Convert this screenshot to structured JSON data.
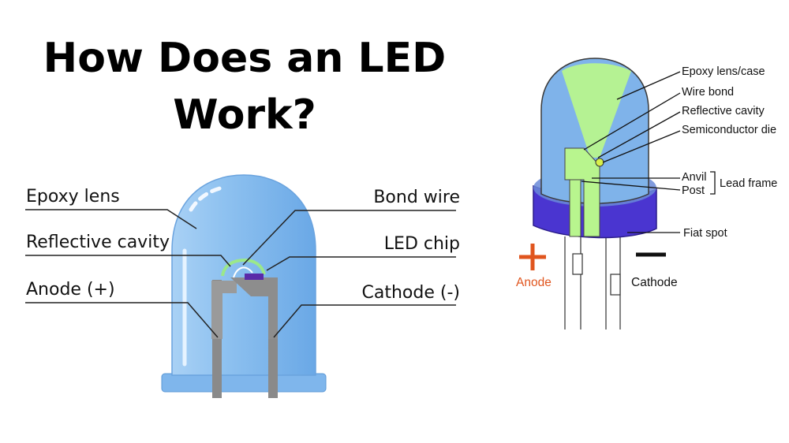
{
  "title": {
    "line1": "How Does an LED",
    "line2": "Work?"
  },
  "left_diagram": {
    "labels": {
      "epoxy_lens": "Epoxy lens",
      "reflective_cavity": "Reflective cavity",
      "anode": "Anode (+)",
      "bond_wire": "Bond wire",
      "led_chip": "LED chip",
      "cathode": "Cathode (-)"
    }
  },
  "right_diagram": {
    "labels": {
      "epoxy_lens_case": "Epoxy lens/case",
      "wire_bond": "Wire bond",
      "reflective_cavity": "Reflective cavity",
      "semiconductor_die": "Semiconductor die",
      "anvil": "Anvil",
      "post": "Post",
      "lead_frame": "Lead frame",
      "flat_spot": "Fiat spot",
      "anode": "Anode",
      "cathode": "Cathode"
    },
    "anode_symbol": "+",
    "cathode_symbol": "−"
  },
  "colors": {
    "lens_blue": "#5b9fe0",
    "lens_green": "#b8f58e",
    "base_purple": "#4a35d0",
    "anode_orange": "#e0551e",
    "chip_purple": "#5a2aa8"
  }
}
